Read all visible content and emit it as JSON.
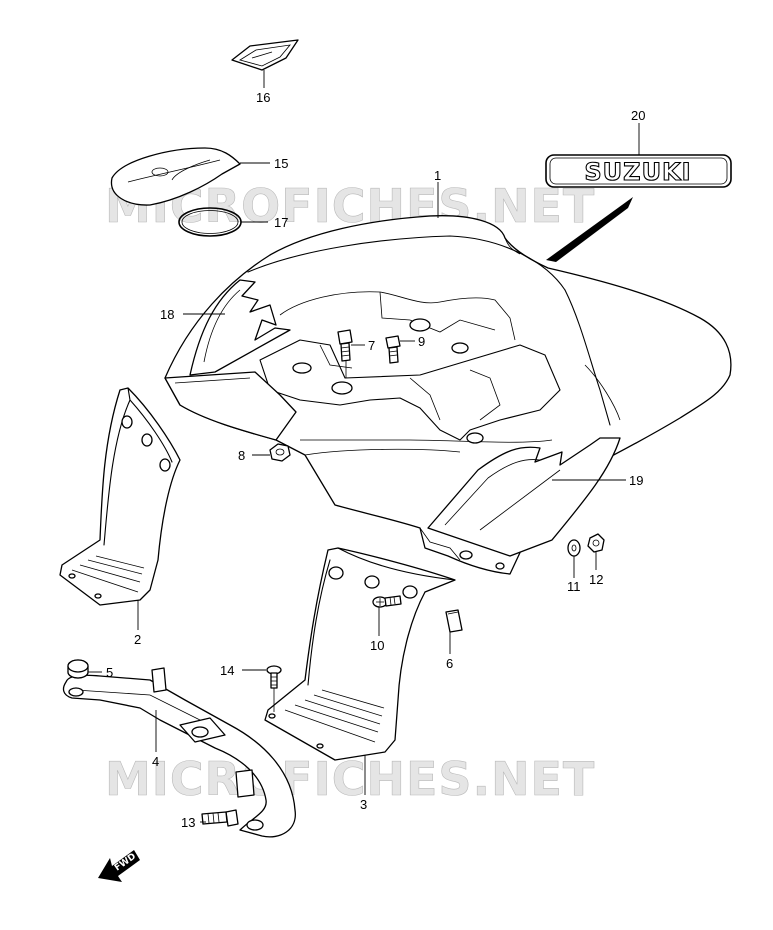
{
  "watermark": "MICROFICHES.NET",
  "emblem": {
    "text": "SUZUKI"
  },
  "fwd": "FWD",
  "callouts": [
    {
      "id": "1",
      "label": "1"
    },
    {
      "id": "2",
      "label": "2"
    },
    {
      "id": "3",
      "label": "3"
    },
    {
      "id": "4",
      "label": "4"
    },
    {
      "id": "5",
      "label": "5"
    },
    {
      "id": "6",
      "label": "6"
    },
    {
      "id": "7",
      "label": "7"
    },
    {
      "id": "8",
      "label": "8"
    },
    {
      "id": "9",
      "label": "9"
    },
    {
      "id": "10",
      "label": "10"
    },
    {
      "id": "11",
      "label": "11"
    },
    {
      "id": "12",
      "label": "12"
    },
    {
      "id": "13",
      "label": "13"
    },
    {
      "id": "14",
      "label": "14"
    },
    {
      "id": "15",
      "label": "15"
    },
    {
      "id": "16",
      "label": "16"
    },
    {
      "id": "17",
      "label": "17"
    },
    {
      "id": "18",
      "label": "18"
    },
    {
      "id": "19",
      "label": "19"
    },
    {
      "id": "20",
      "label": "20"
    }
  ]
}
